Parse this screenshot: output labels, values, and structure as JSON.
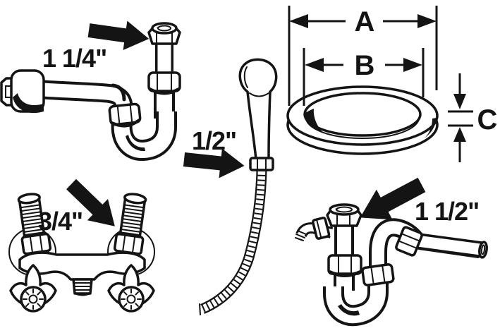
{
  "diagram": {
    "background": "#ffffff",
    "ink": "#141414",
    "callouts": {
      "trap_small": "1 1/4\"",
      "shower_hose": "1/2\"",
      "faucet": "3/4\"",
      "trap_large": "1 1/2\""
    },
    "gasket_dims": {
      "outer_diameter": "A",
      "inner_diameter": "B",
      "thickness": "C"
    }
  }
}
